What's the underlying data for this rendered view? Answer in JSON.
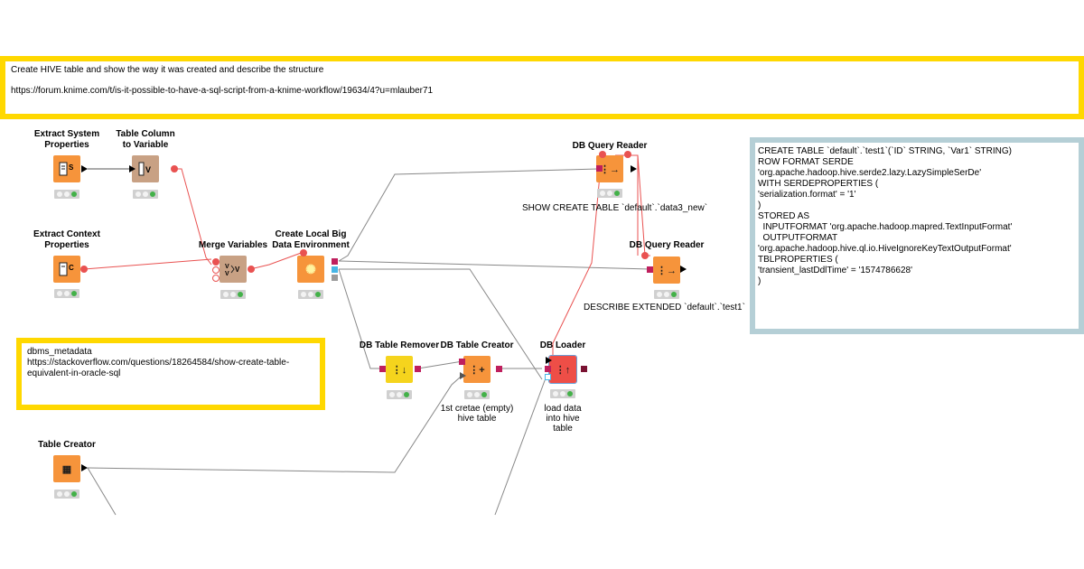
{
  "annotations": {
    "top": {
      "title": "Create HIVE table and show the way it was created and describe the structure",
      "link": "https://forum.knime.com/t/is-it-possible-to-have-a-sql-script-from-a-knime-workflow/19634/4?u=mlauber71"
    },
    "metadata": {
      "lines": [
        "dbms_metadata",
        "https://stackoverflow.com/questions/18264584/show-create-table-",
        "equivalent-in-oracle-sql"
      ]
    },
    "sql": {
      "lines": [
        "CREATE TABLE `default`.`test1`(`ID` STRING, `Var1` STRING)",
        "ROW FORMAT SERDE",
        "'org.apache.hadoop.hive.serde2.lazy.LazySimpleSerDe'",
        "WITH SERDEPROPERTIES (",
        "'serialization.format' = '1'",
        ")",
        "STORED AS",
        "  INPUTFORMAT 'org.apache.hadoop.mapred.TextInputFormat'",
        "  OUTPUTFORMAT",
        "'org.apache.hadoop.hive.ql.io.HiveIgnoreKeyTextOutputFormat'",
        "TBLPROPERTIES (",
        "'transient_lastDdlTime' = '1574786628'",
        ")"
      ]
    }
  },
  "nodes": {
    "extract_system_properties": {
      "title": [
        "Extract System",
        "Properties"
      ],
      "icon": "sys-props-icon",
      "glyph": "S"
    },
    "table_column_to_variable": {
      "title": [
        "Table Column",
        "to Variable"
      ],
      "icon": "column-to-variable-icon",
      "glyph": "V"
    },
    "extract_context_properties": {
      "title": [
        "Extract Context",
        "Properties"
      ],
      "icon": "context-props-icon",
      "glyph": "C"
    },
    "merge_variables": {
      "title": [
        "Merge Variables"
      ],
      "icon": "merge-variables-icon",
      "glyph": "V"
    },
    "create_local_big_data_environment": {
      "title": [
        "Create Local Big",
        "Data Environment"
      ],
      "icon": "big-data-env-icon",
      "glyph": "✺"
    },
    "db_query_reader_1": {
      "title": [
        "DB Query Reader"
      ],
      "icon": "db-query-icon",
      "glyph": "⋮→",
      "label": "SHOW CREATE TABLE  `default`.`data3_new`"
    },
    "db_query_reader_2": {
      "title": [
        "DB Query Reader"
      ],
      "icon": "db-query-icon",
      "glyph": "⋮→",
      "label": "DESCRIBE EXTENDED  `default`.`test1`"
    },
    "db_table_remover": {
      "title": [
        "DB Table Remover"
      ],
      "icon": "db-remove-icon",
      "glyph": "⋮↓"
    },
    "db_table_creator": {
      "title": [
        "DB Table Creator"
      ],
      "icon": "db-create-icon",
      "glyph": "⋮+",
      "caption": [
        "1st cretae (empty)",
        "hive table"
      ]
    },
    "db_loader": {
      "title": [
        "DB Loader"
      ],
      "icon": "db-loader-icon",
      "glyph": "⋮↑",
      "caption": [
        "load data",
        "into hive",
        "table"
      ]
    },
    "table_creator": {
      "title": [
        "Table Creator"
      ],
      "icon": "table-grid-icon",
      "glyph": "▦"
    }
  },
  "colors": {
    "annotation_yellow": "#ffd800",
    "annotation_teal": "#b5cfd6",
    "node_orange": "#f6943b",
    "node_tan": "#c8a184",
    "node_yellow": "#f5d41d",
    "node_red": "#ee4e47",
    "flow_variable": "#e95251",
    "db_port": "#bf1f5d",
    "status_green": "#43b149"
  }
}
